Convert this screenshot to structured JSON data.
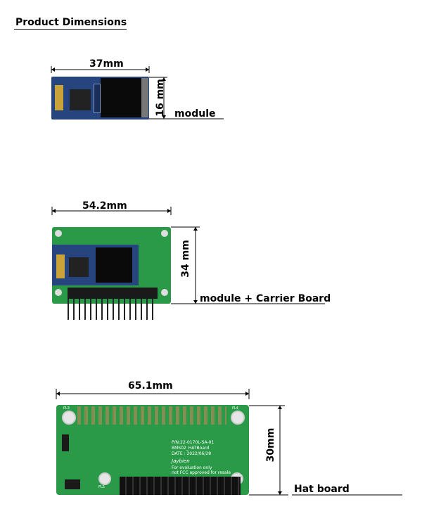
{
  "page": {
    "title": "Product Dimensions"
  },
  "figures": [
    {
      "id": "module",
      "width_label": "37mm",
      "height_label": "16 mm",
      "caption": "module"
    },
    {
      "id": "module-carrier",
      "width_label": "54.2mm",
      "height_label": "34 mm",
      "caption": "module + Carrier Board"
    },
    {
      "id": "hat",
      "width_label": "65.1mm",
      "height_label": "30mm",
      "caption": "Hat board",
      "silkscreen": {
        "pn": "P/N:22-0170L-SA-01",
        "name": "BMS02_HATBoard",
        "date": "DATE : 2022/06/28",
        "logo": "Jaybien",
        "notice1": "For evaluation only",
        "notice2": "not FCC approved for resale",
        "pin_left": "PL3",
        "pin_right": "PL4",
        "pin_bottom": "PL5"
      }
    }
  ],
  "colors": {
    "pcb_green": "#1e8a3c",
    "pcb_blue": "#1f3f7a",
    "pins": "#222222"
  }
}
